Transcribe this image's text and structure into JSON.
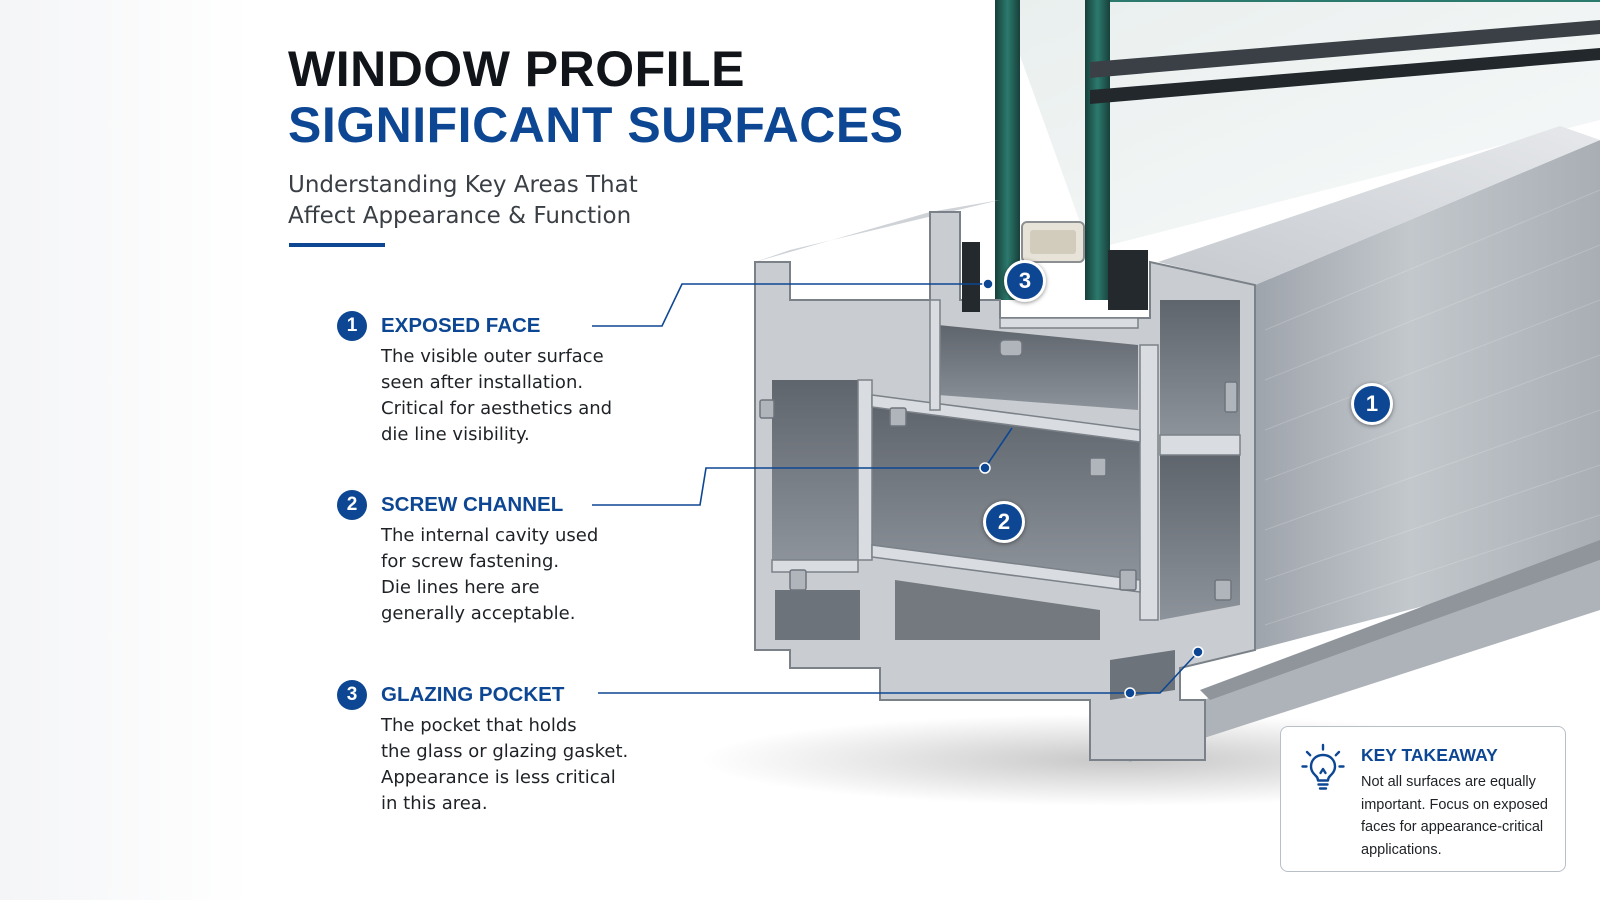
{
  "header": {
    "title_line1": "WINDOW PROFILE",
    "title_line2": "SIGNIFICANT SURFACES",
    "subtitle_line1": "Understanding Key Areas That",
    "subtitle_line2": "Affect Appearance & Function"
  },
  "callouts": [
    {
      "number": "1",
      "title": "EXPOSED FACE",
      "lines": [
        "The visible outer surface",
        "seen after installation.",
        "Critical for aesthetics and",
        "die line visibility."
      ]
    },
    {
      "number": "2",
      "title": "SCREW CHANNEL",
      "lines": [
        "The internal cavity used",
        "for screw fastening.",
        "Die lines here are",
        "generally acceptable."
      ]
    },
    {
      "number": "3",
      "title": "GLAZING POCKET",
      "lines": [
        "The pocket that holds",
        "the glass or glazing gasket.",
        "Appearance is less critical",
        "in this area."
      ]
    }
  ],
  "markers": {
    "exposed_face": "1",
    "screw_channel": "2",
    "glazing_pocket": "3"
  },
  "takeaway": {
    "icon": "lightbulb-icon",
    "title": "KEY TAKEAWAY",
    "text": "Not all surfaces are equally important. Focus on exposed faces for appearance-critical applications."
  },
  "colors": {
    "accent": "#0d4793",
    "heading": "#111418",
    "body_text": "#1e2226",
    "aluminum": "#b7bcc2",
    "glass": "#1f5f56"
  }
}
